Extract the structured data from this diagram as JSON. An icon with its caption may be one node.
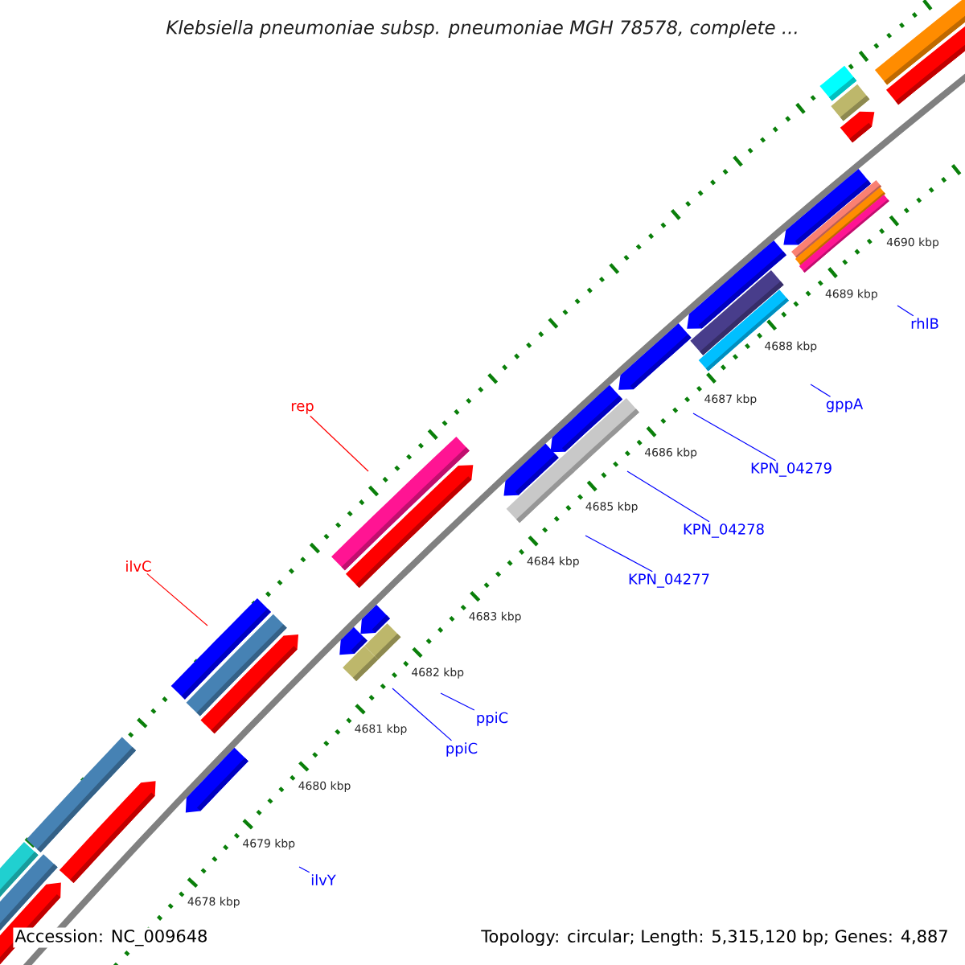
{
  "diagram": {
    "title": "Klebsiella pneumoniae subsp. pneumoniae MGH 78578, complete ...",
    "nodes": [
      {
        "text": [
          "rhlB"
        ]
      },
      {
        "text": [
          "gppA"
        ]
      },
      {
        "text": [
          "rep"
        ]
      },
      {
        "text": [
          "KPN_04279"
        ]
      },
      {
        "text": [
          "KPN_04278"
        ]
      },
      {
        "text": [
          "ilvC"
        ]
      },
      {
        "text": [
          "KPN_04277"
        ]
      },
      {
        "text": [
          "ppiC"
        ]
      },
      {
        "text": [
          "ppiC"
        ]
      },
      {
        "text": [
          "ilvY"
        ]
      }
    ],
    "edges": [
      {
        "from": 0,
        "to": null,
        "arrow": "none"
      },
      {
        "from": 1,
        "to": null,
        "arrow": "none"
      },
      {
        "from": 2,
        "to": null,
        "arrow": "none",
        "color": "#ff0000"
      },
      {
        "from": 3,
        "to": null,
        "arrow": "none"
      },
      {
        "from": 4,
        "to": null,
        "arrow": "none"
      },
      {
        "from": 5,
        "to": null,
        "arrow": "none",
        "color": "#ff0000"
      },
      {
        "from": 6,
        "to": null,
        "arrow": "none"
      },
      {
        "from": 7,
        "to": null,
        "arrow": "none"
      },
      {
        "from": 8,
        "to": null,
        "arrow": "none"
      },
      {
        "from": 9,
        "to": null,
        "arrow": "none"
      }
    ],
    "labels": [
      "4690 kbp",
      "4689 kbp",
      "4688 kbp",
      "4687 kbp",
      "4686 kbp",
      "4685 kbp",
      "4684 kbp",
      "4683 kbp",
      "4682 kbp",
      "4681 kbp",
      "4680 kbp",
      "4679 kbp",
      "4678 kbp",
      "Accession: NC_009648",
      "Topology: circular; Length: 5,315,120 bp; Genes: 4,887"
    ]
  }
}
